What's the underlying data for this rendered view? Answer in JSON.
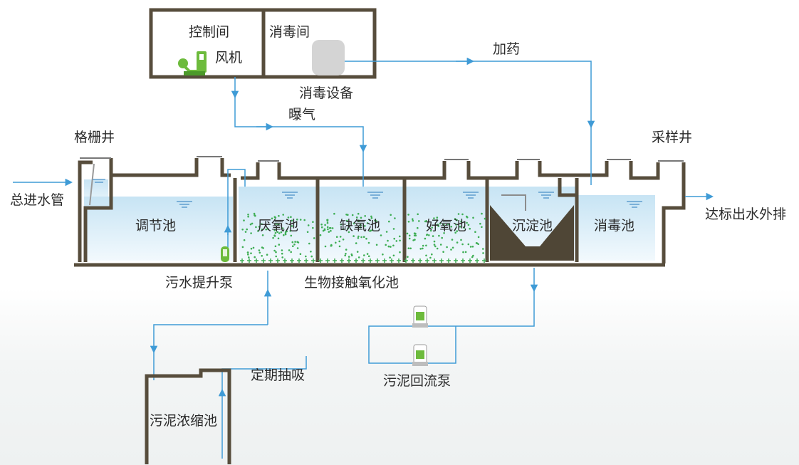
{
  "labels": {
    "control_room": "控制间",
    "disinfect_room": "消毒间",
    "blower": "风机",
    "disinfect_equipment": "消毒设备",
    "dosing": "加药",
    "aeration": "曝气",
    "screen_well": "格栅井",
    "sampling_well": "采样井",
    "main_inlet": "总进水管",
    "outlet": "达标出水外排",
    "equalization_tank": "调节池",
    "anaerobic_tank": "厌氧池",
    "anoxic_tank": "缺氧池",
    "aerobic_tank": "好氧池",
    "sedimentation_tank": "沉淀池",
    "disinfection_tank": "消毒池",
    "lift_pump": "污水提升泵",
    "bio_contact": "生物接触氧化池",
    "periodic_suction": "定期抽吸",
    "sludge_return_pump": "污泥回流泵",
    "sludge_thickener": "污泥浓缩池"
  },
  "colors": {
    "wall": "#574d3c",
    "water_top": "#cfe8f5",
    "water_bottom": "#eef7fc",
    "flow_line": "#3f9bd6",
    "bubbles": "#3fae55",
    "pump_green": "#6dbb3c"
  }
}
